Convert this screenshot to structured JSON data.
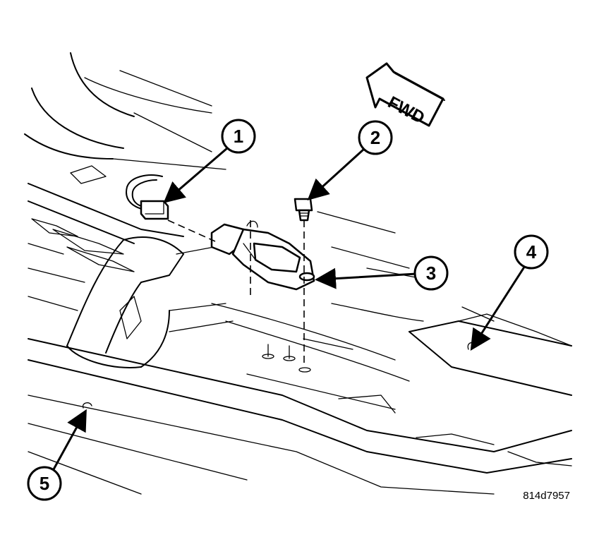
{
  "direction_arrow": {
    "label": "FWD"
  },
  "callouts": [
    {
      "number": "1"
    },
    {
      "number": "2"
    },
    {
      "number": "3"
    },
    {
      "number": "4"
    },
    {
      "number": "5"
    }
  ],
  "figure_id": "814d7957"
}
